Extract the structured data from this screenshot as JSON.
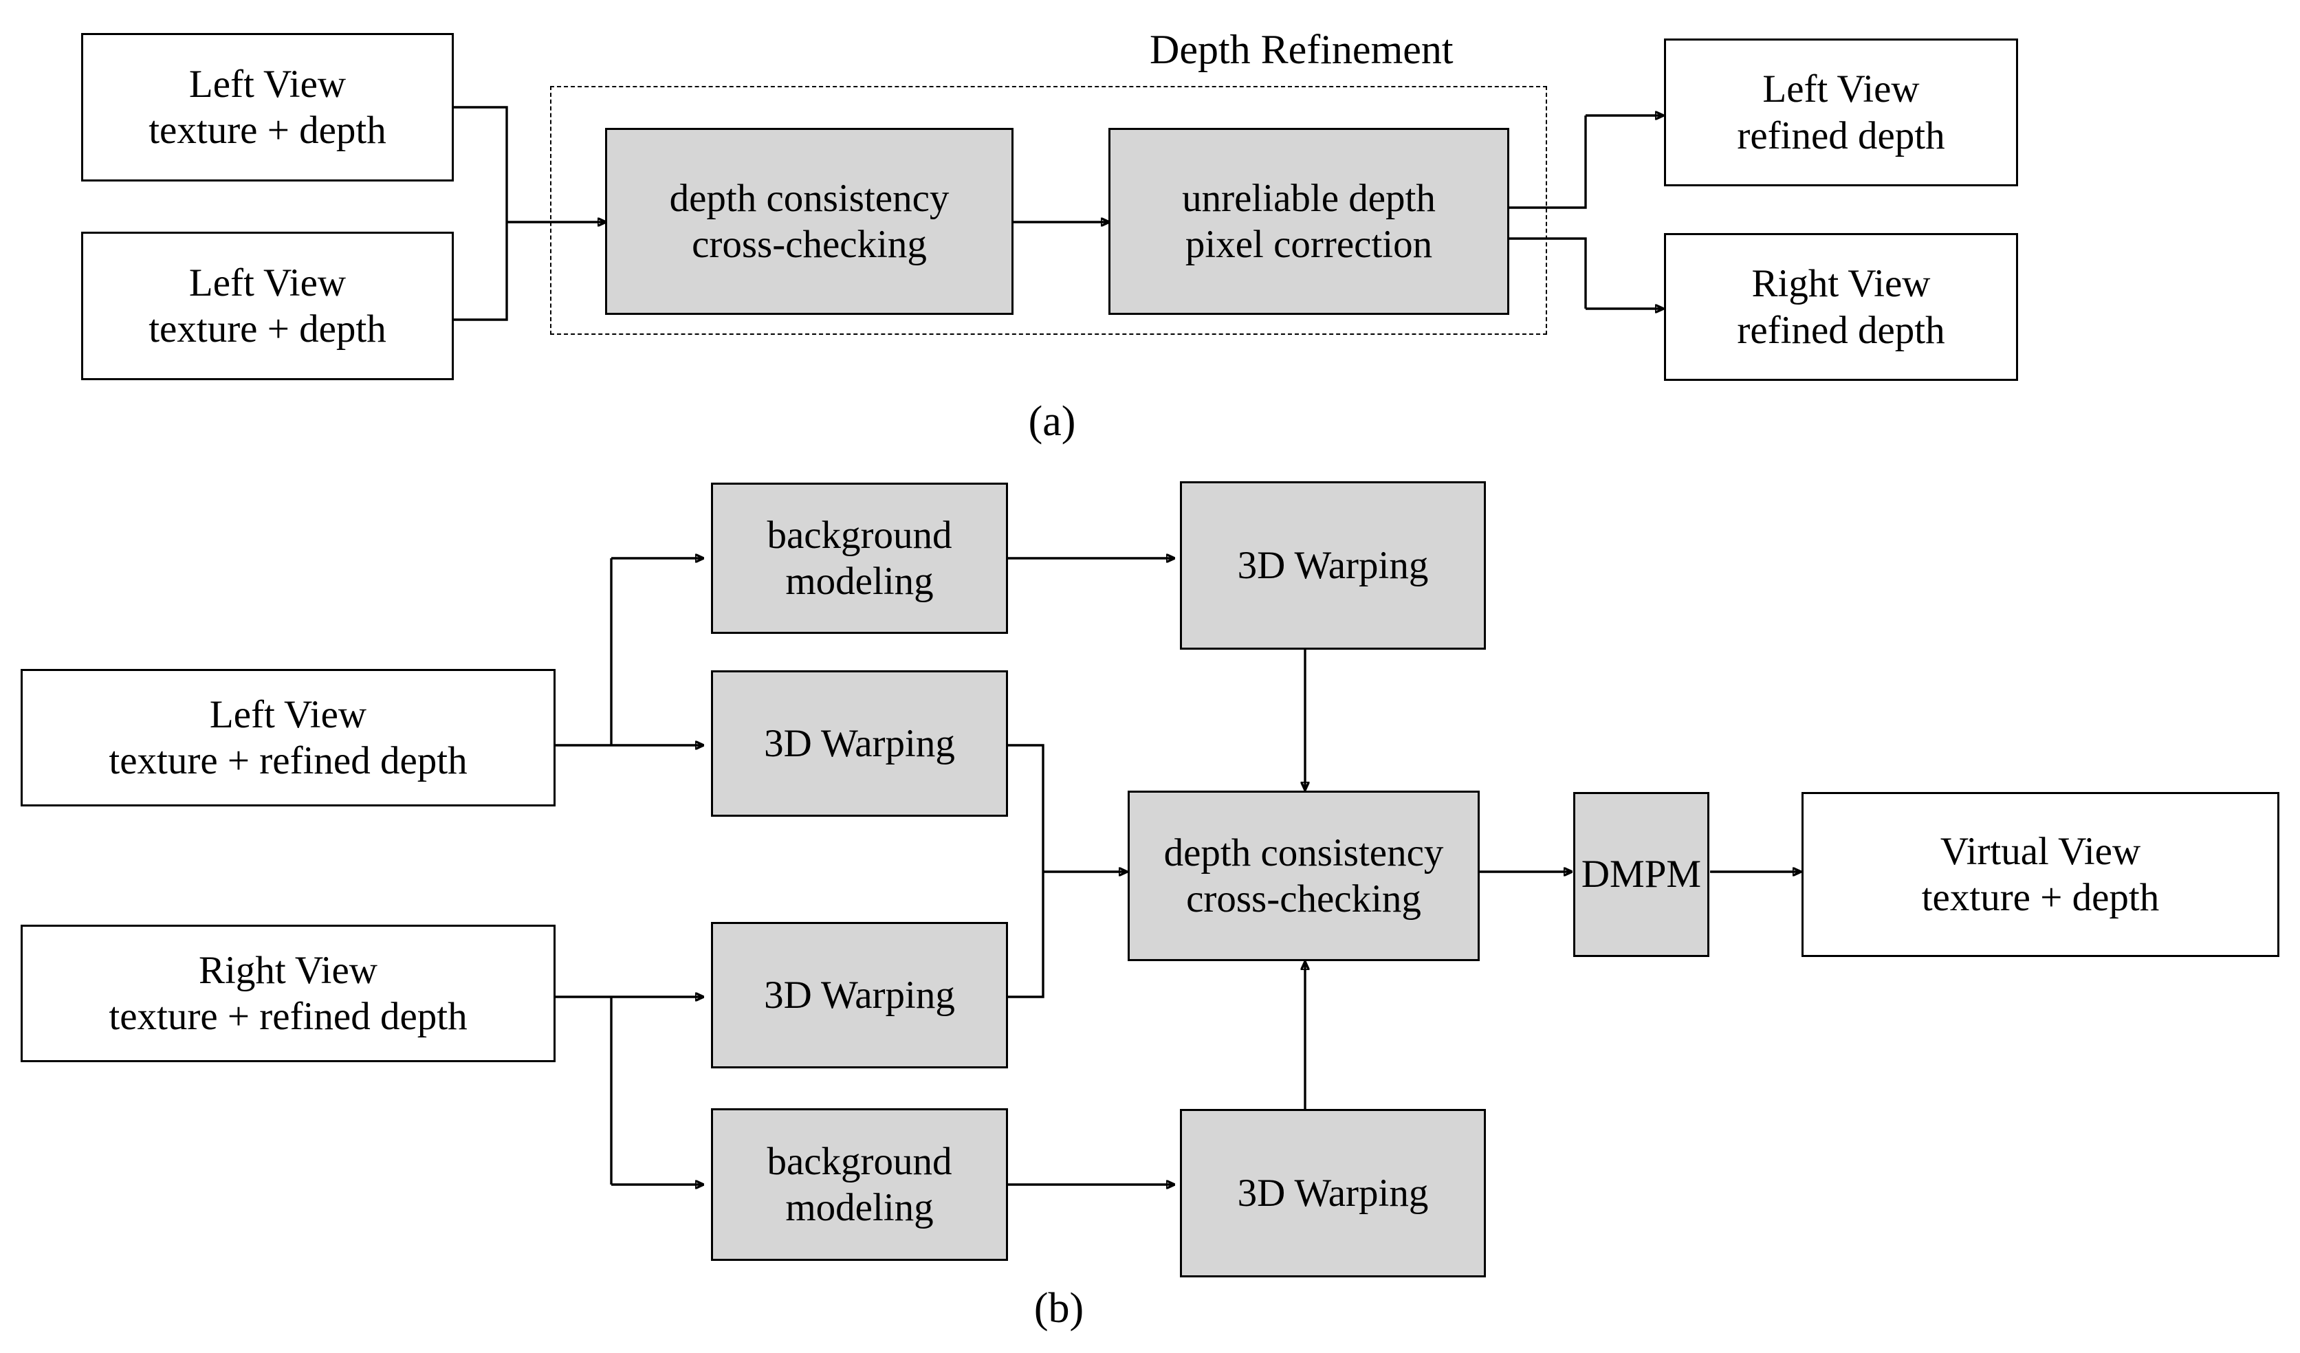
{
  "figure": {
    "panel_a": {
      "caption": "(a)",
      "group_label": "Depth Refinement",
      "inputs": [
        {
          "line1": "Left View",
          "line2": "texture + depth"
        },
        {
          "line1": "Left View",
          "line2": "texture + depth"
        }
      ],
      "processes": [
        {
          "line1": "depth consistency",
          "line2": "cross-checking"
        },
        {
          "line1": "unreliable depth",
          "line2": "pixel correction"
        }
      ],
      "outputs": [
        {
          "line1": "Left View",
          "line2": "refined depth"
        },
        {
          "line1": "Right View",
          "line2": "refined depth"
        }
      ]
    },
    "panel_b": {
      "caption": "(b)",
      "inputs": [
        {
          "line1": "Left View",
          "line2": "texture + refined depth"
        },
        {
          "line1": "Right View",
          "line2": "texture + refined depth"
        }
      ],
      "processes": [
        {
          "line1": "background",
          "line2": "modeling"
        },
        {
          "line1": "3D Warping",
          "line2": ""
        },
        {
          "line1": "3D Warping",
          "line2": ""
        },
        {
          "line1": "background",
          "line2": "modeling"
        },
        {
          "line1": "3D Warping",
          "line2": ""
        },
        {
          "line1": "3D Warping",
          "line2": ""
        },
        {
          "line1": "depth consistency",
          "line2": "cross-checking"
        },
        {
          "line1": "DMPM",
          "line2": ""
        }
      ],
      "outputs": [
        {
          "line1": "Virtual View",
          "line2": "texture +  depth"
        }
      ]
    }
  },
  "colors": {
    "process_fill": "#d6d6d6",
    "io_fill": "#ffffff",
    "stroke": "#000000"
  }
}
